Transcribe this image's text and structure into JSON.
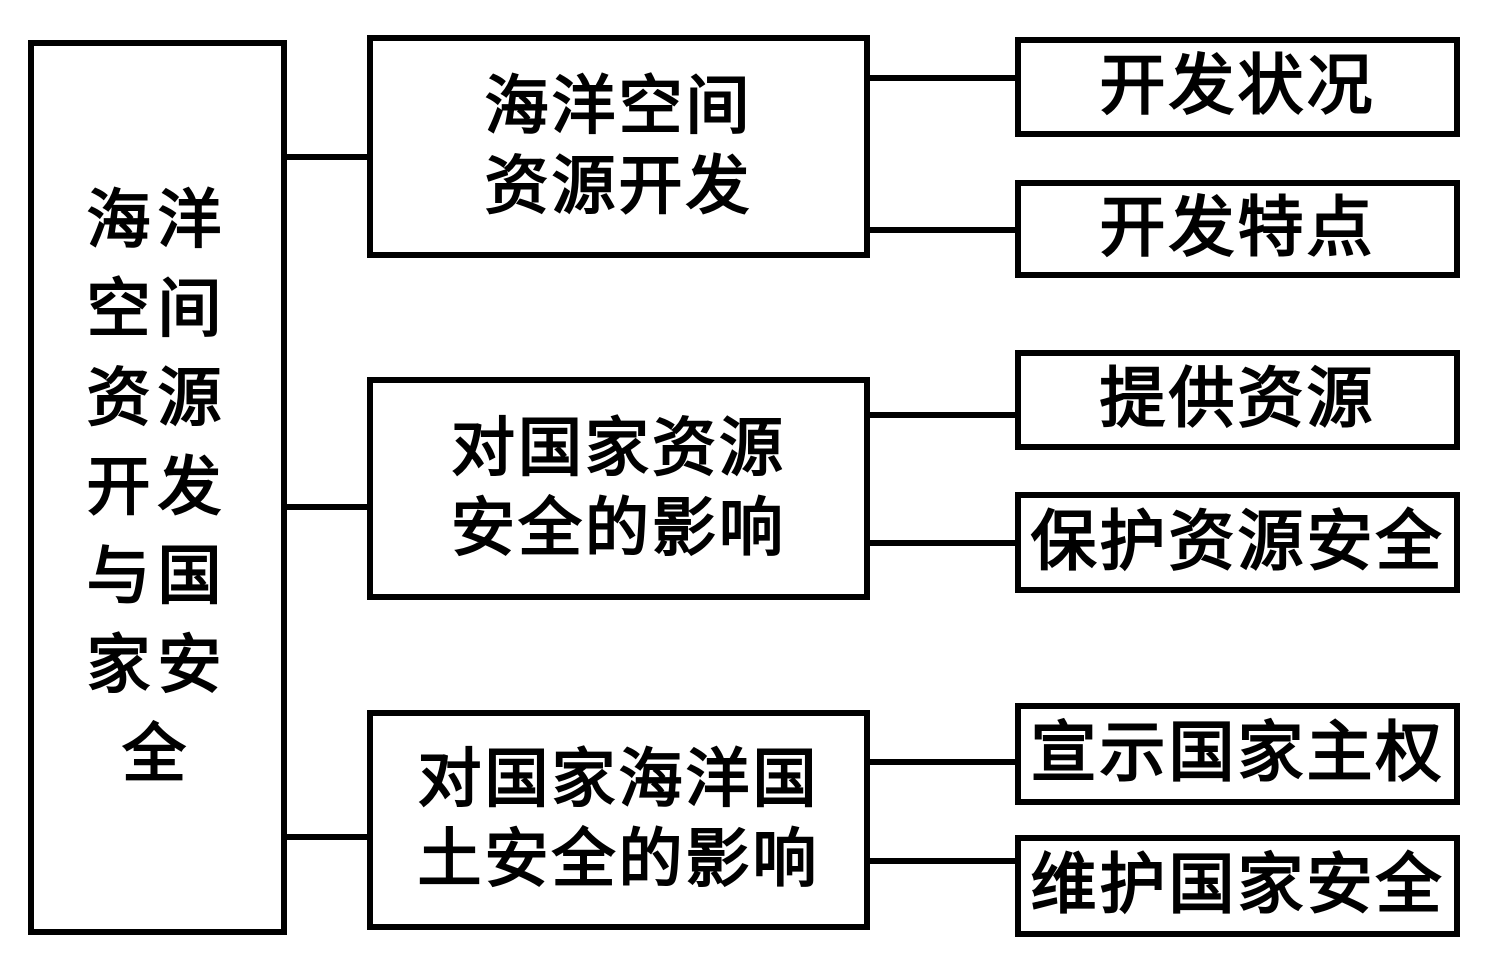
{
  "colors": {
    "line": "#000000",
    "background": "#ffffff",
    "text": "#000000"
  },
  "diagram": {
    "type": "concept-map",
    "root": {
      "label": "海洋\n空间\n资源\n开发\n与国\n家安\n全"
    },
    "branches": [
      {
        "label": "海洋空间\n资源开发",
        "children": [
          {
            "label": "开发状况"
          },
          {
            "label": "开发特点"
          }
        ]
      },
      {
        "label": "对国家资源\n安全的影响",
        "children": [
          {
            "label": "提供资源"
          },
          {
            "label": "保护资源安全"
          }
        ]
      },
      {
        "label": "对国家海洋国\n土安全的影响",
        "children": [
          {
            "label": "宣示国家主权"
          },
          {
            "label": "维护国家安全"
          }
        ]
      }
    ]
  }
}
